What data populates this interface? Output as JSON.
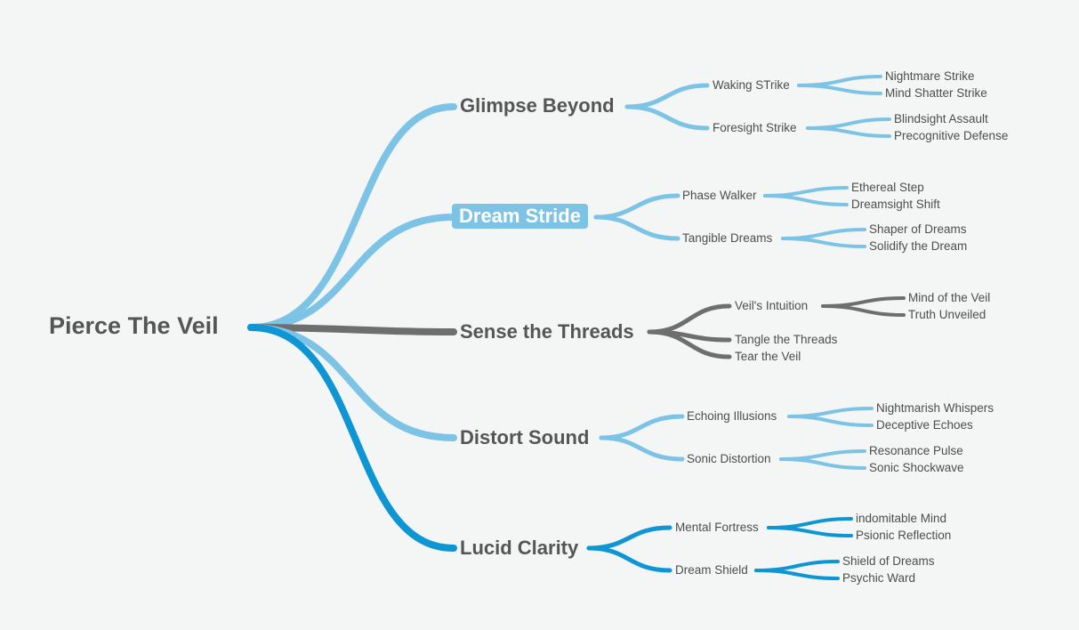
{
  "colors": {
    "background": "#f4f6f6",
    "light_blue": "#7cc3e5",
    "grey": "#6e6e6e",
    "deep_blue": "#0e95d3",
    "text": "#4d4d4d"
  },
  "root": {
    "label": "Pierce The Veil"
  },
  "branches": [
    {
      "label": "Glimpse Beyond",
      "color": "#7cc3e5",
      "selected": false,
      "children": [
        {
          "label": "Waking STrike",
          "children": [
            {
              "label": "Nightmare Strike"
            },
            {
              "label": "Mind Shatter Strike"
            }
          ]
        },
        {
          "label": "Foresight Strike",
          "children": [
            {
              "label": "Blindsight Assault"
            },
            {
              "label": "Precognitive Defense"
            }
          ]
        }
      ]
    },
    {
      "label": "Dream Stride",
      "color": "#7cc3e5",
      "selected": true,
      "children": [
        {
          "label": "Phase Walker",
          "children": [
            {
              "label": "Ethereal Step"
            },
            {
              "label": "Dreamsight Shift"
            }
          ]
        },
        {
          "label": "Tangible Dreams",
          "children": [
            {
              "label": "Shaper of Dreams"
            },
            {
              "label": "Solidify the Dream"
            }
          ]
        }
      ]
    },
    {
      "label": "Sense the Threads",
      "color": "#6e6e6e",
      "selected": false,
      "children": [
        {
          "label": "Veil's Intuition",
          "children": [
            {
              "label": "Mind of the Veil"
            },
            {
              "label": "Truth Unveiled"
            }
          ]
        },
        {
          "label": "Tangle the Threads",
          "children": []
        },
        {
          "label": "Tear the Veil",
          "children": []
        }
      ]
    },
    {
      "label": "Distort Sound",
      "color": "#7cc3e5",
      "selected": false,
      "children": [
        {
          "label": "Echoing Illusions",
          "children": [
            {
              "label": "Nightmarish Whispers"
            },
            {
              "label": "Deceptive Echoes"
            }
          ]
        },
        {
          "label": "Sonic Distortion",
          "children": [
            {
              "label": "Resonance Pulse"
            },
            {
              "label": "Sonic Shockwave"
            }
          ]
        }
      ]
    },
    {
      "label": "Lucid Clarity",
      "color": "#0e95d3",
      "selected": false,
      "children": [
        {
          "label": "Mental Fortress",
          "children": [
            {
              "label": "indomitable Mind"
            },
            {
              "label": "Psionic Reflection"
            }
          ]
        },
        {
          "label": "Dream Shield",
          "children": [
            {
              "label": "Shield of Dreams"
            },
            {
              "label": "Psychic Ward"
            }
          ]
        }
      ]
    }
  ]
}
